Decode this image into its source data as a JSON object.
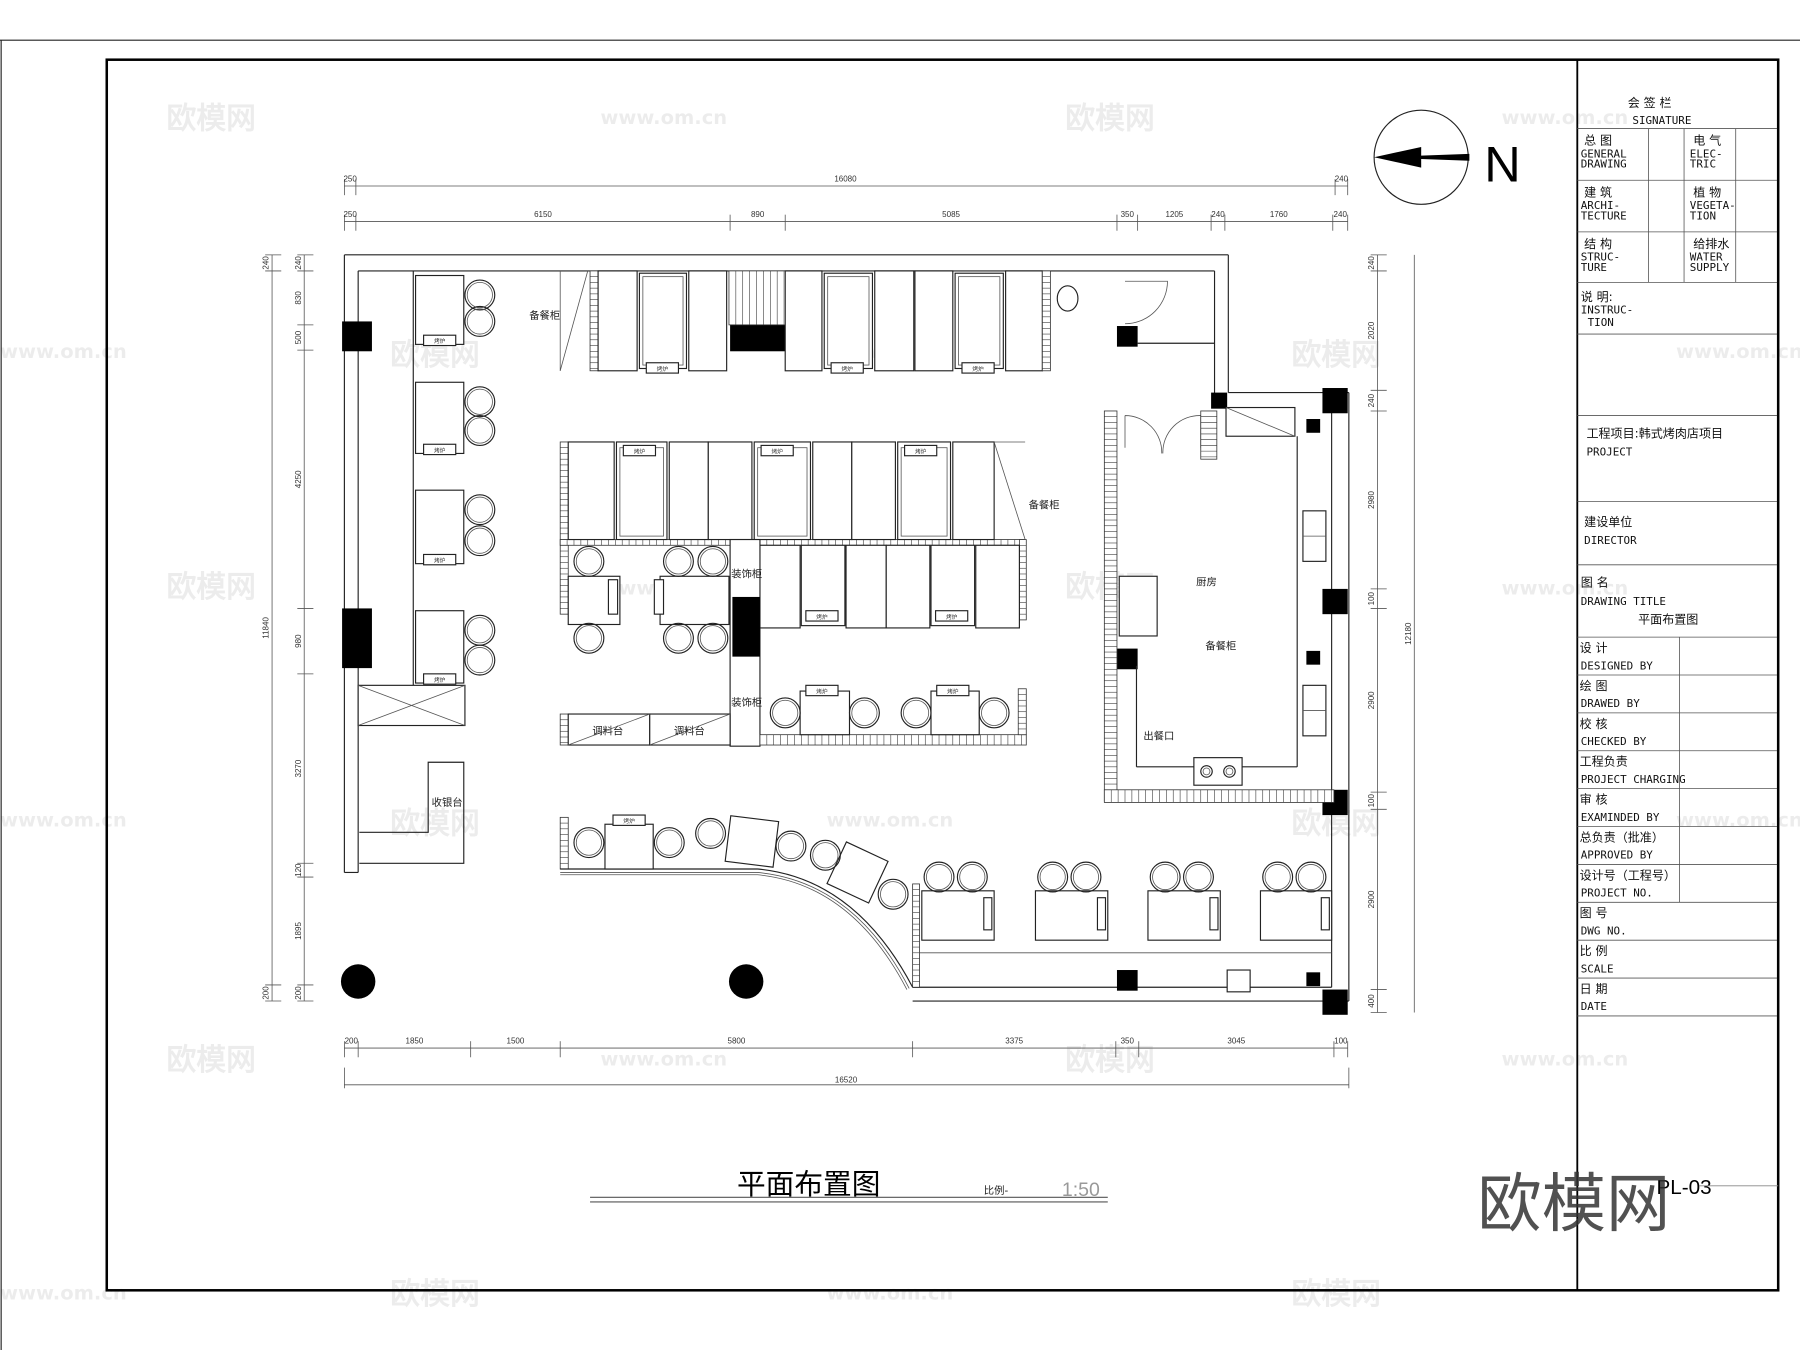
{
  "drawing": {
    "title": "平面布置图",
    "scale_label": "比例-",
    "scale_value": "1:50",
    "sheet_no": "PL-03",
    "north_label": "N",
    "logo_watermark": "欧模网",
    "watermark_cn": "欧模网",
    "watermark_url": "www.om.cn"
  },
  "title_block": {
    "signature_cn": "会 签 栏",
    "signature_en": "SIGNATURE",
    "disciplines": [
      {
        "cn": "总 图",
        "en1": "GENERAL",
        "en2": "DRAWING"
      },
      {
        "cn": "电 气",
        "en1": "ELEC-",
        "en2": "TRIC"
      },
      {
        "cn": "建 筑",
        "en1": "ARCHI-",
        "en2": "TECTURE"
      },
      {
        "cn": "植 物",
        "en1": "VEGETA-",
        "en2": "TION"
      },
      {
        "cn": "结 构",
        "en1": "STRUC-",
        "en2": "TURE"
      },
      {
        "cn": "给排水",
        "en1": "WATER",
        "en2": "SUPPLY"
      }
    ],
    "instruction_cn": "说  明:",
    "instruction_en1": "INSTRUC-",
    "instruction_en2": "TION",
    "project_cn": "工程项目:韩式烤肉店项目",
    "project_en": "PROJECT",
    "director_cn": "建设单位",
    "director_en": "DIRECTOR",
    "drawing_title_cn": "图  名",
    "drawing_title_en": "DRAWING TITLE",
    "drawing_title_value": "平面布置图",
    "rows": [
      {
        "cn": "设  计",
        "en": "DESIGNED  BY"
      },
      {
        "cn": "绘  图",
        "en": "DRAWED  BY"
      },
      {
        "cn": "校  核",
        "en": "CHECKED  BY"
      },
      {
        "cn": "工程负责",
        "en": "PROJECT CHARGING"
      },
      {
        "cn": "审  核",
        "en": "EXAMINDED  BY"
      },
      {
        "cn": "总负责（批准）",
        "en": "APPROVED  BY"
      },
      {
        "cn": "设计号（工程号）",
        "en": "PROJECT NO."
      },
      {
        "cn": "图  号",
        "en": "DWG NO."
      },
      {
        "cn": "比  例",
        "en": "SCALE"
      },
      {
        "cn": "日  期",
        "en": "DATE"
      }
    ]
  },
  "dimensions": {
    "top_overall": [
      "250",
      "16080",
      "240"
    ],
    "top_chain": [
      "250",
      "6150",
      "890",
      "5085",
      "350",
      "1205",
      "240",
      "1760",
      "240"
    ],
    "bottom_chain": [
      "200",
      "1850",
      "1500",
      "5800",
      "3375",
      "350",
      "3045",
      "100"
    ],
    "bottom_overall": "16520",
    "left_overall": [
      "240",
      "11840",
      "200"
    ],
    "left_chain": [
      "240",
      "830",
      "500",
      "4250",
      "980",
      "3270",
      "120",
      "1895",
      "200"
    ],
    "right_chain": [
      "240",
      "2020",
      "240",
      "2980",
      "100",
      "2900",
      "100",
      "2900",
      "400"
    ],
    "right_overall": "12180"
  },
  "rooms": {
    "serving_cabinet": "备餐柜",
    "decor_cabinet": "装饰柜",
    "seasoning_counter": "调料台",
    "cashier": "收银台",
    "kitchen": "厨房",
    "serving_window": "出餐口",
    "table_tag": "烤炉"
  }
}
